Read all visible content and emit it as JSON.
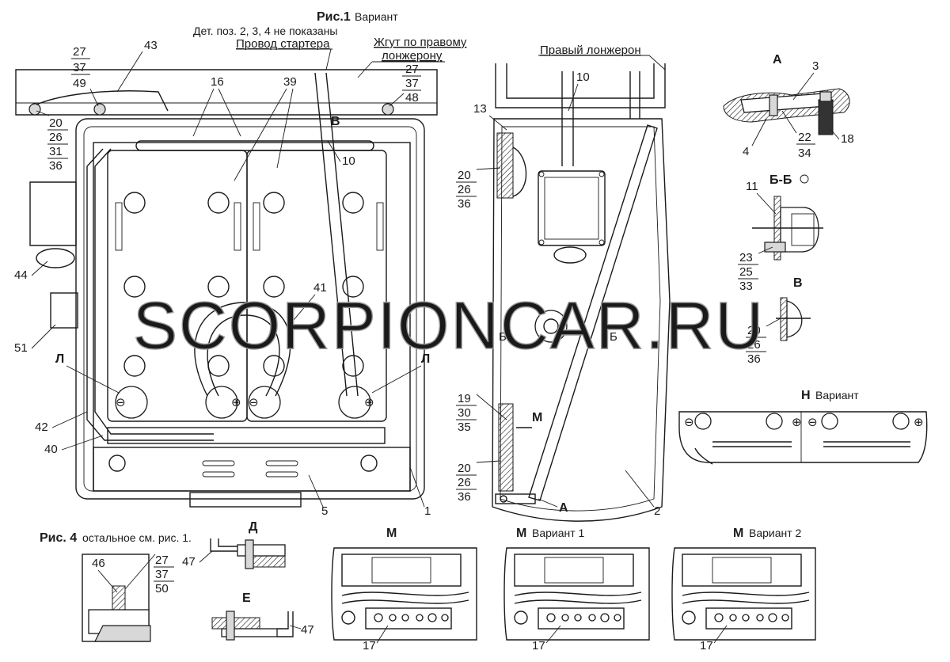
{
  "figure": {
    "title_prefix": "Рис.1",
    "title_suffix": "Вариант",
    "note": "Дет. поз. 2, 3, 4 не показаны",
    "starter_wire": "Провод стартера",
    "harness_line1": "Жгут по правому",
    "harness_line2": "лонжерону",
    "right_rail": "Правый лонжерон"
  },
  "fig4": {
    "title_prefix": "Рис. 4",
    "title_suffix": "остальное см. рис. 1."
  },
  "views": {
    "A": "А",
    "BB": "Б-Б",
    "V": "В",
    "N_title": "Н",
    "N_variant": "Вариант",
    "D": "Д",
    "E": "Е",
    "M": "М",
    "M1_title": "М",
    "M1_variant": "Вариант 1",
    "M2_title": "М",
    "M2_variant": "Вариант 2",
    "L": "Л",
    "B_mark": "В",
    "B_section": "Б",
    "M_arrow": "М",
    "A_arrow": "А"
  },
  "labels": {
    "p1": "1",
    "p2": "2",
    "p3": "3",
    "p4": "4",
    "p5": "5",
    "p10": "10",
    "p11": "11",
    "p16": "16",
    "p17": "17",
    "p18": "18",
    "p39": "39",
    "p40": "40",
    "p41": "41",
    "p42": "42",
    "p43": "43",
    "p44": "44",
    "p47": "47",
    "p51": "51",
    "p46": "46"
  },
  "stacks": {
    "s27_37_49": [
      "27",
      "37",
      "49"
    ],
    "s27_37_48": [
      "27",
      "37",
      "48"
    ],
    "s20_26_31_36": [
      "20",
      "26",
      "31",
      "36"
    ],
    "s20_26_36_a": [
      "20",
      "26",
      "36"
    ],
    "s19_30_35": [
      "19",
      "30",
      "35"
    ],
    "s20_26_36_b": [
      "20",
      "26",
      "36"
    ],
    "s22_34": [
      "22",
      "34"
    ],
    "s23_25_33": [
      "23",
      "25",
      "33"
    ],
    "s20_26_36_c": [
      "20",
      "26",
      "36"
    ],
    "s27_37_50": [
      "27",
      "37",
      "50"
    ]
  },
  "watermark": "SCORPIONCAR.RU"
}
